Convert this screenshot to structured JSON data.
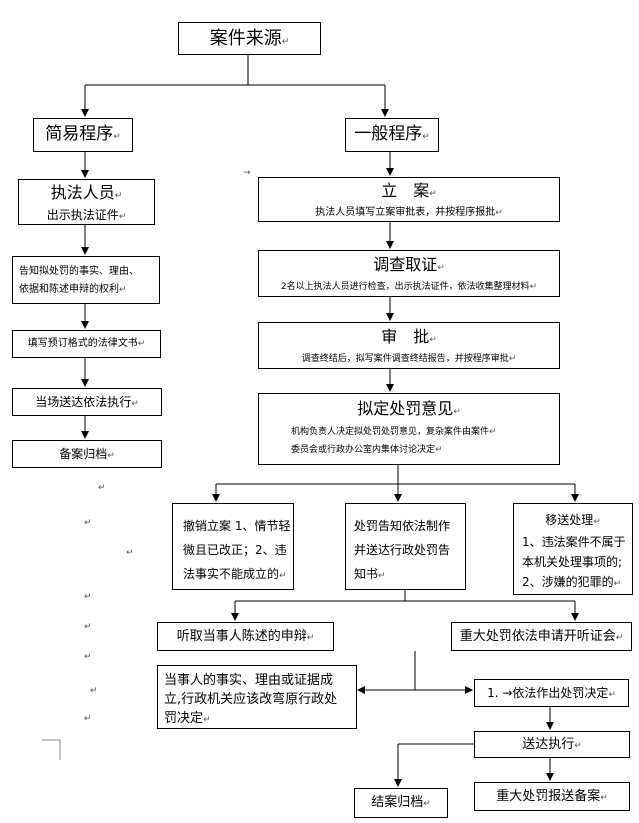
{
  "colors": {
    "line": "#000000",
    "background": "#ffffff",
    "return_mark": "#555555"
  },
  "return_mark": "↵",
  "source": {
    "label": "案件来源"
  },
  "simple": {
    "title": "简易程序",
    "officer_title": "执法人员",
    "officer_sub": "出示执法证件",
    "inform_line1": "告知拟处罚的事实、理由、",
    "inform_line2": "依据和陈述申辩的权利",
    "fill_doc": "填写预订格式的法律文书",
    "deliver": "当场送达依法执行",
    "archive": "备案归档"
  },
  "general": {
    "title": "一般程序",
    "register_title": "立　案",
    "register_sub": "执法人员填写立案审批表，并按程序报批",
    "investigate_title": "调查取证",
    "investigate_sub": "2名以上执法人员进行检查，出示执法证件，依法收集整理材料",
    "approve_title": "审　批",
    "approve_sub": "调查终结后，拟写案件调查终结报告，并按程序审批",
    "opinion_title": "拟定处罚意见",
    "opinion_sub1": "机构负责人决定拟处罚处罚意见，复杂案件由案件",
    "opinion_sub2": "委员会或行政办公室内集体讨论决定",
    "revoke_line1": "撤销立案 1、情节轻",
    "revoke_line2": "微且已改正；2、违",
    "revoke_line3": "法事实不能成立的",
    "notify_line1": "处罚告知依法制作",
    "notify_line2": "并送达行政处罚告",
    "notify_line3": "知书",
    "transfer_line1": "移送处理",
    "transfer_line2": "1、违法案件不属于",
    "transfer_line3": "本机关处理事项的;",
    "transfer_line4": "2、涉嫌的犯罪的",
    "hear_statement": "听取当事人陈述的申辩",
    "hearing": "重大处罚依法申请开听证会",
    "revise_line1": "当事人的事实、理由或证据成",
    "revise_line2": "立,行政机关应该改弯原行政处",
    "revise_line3": "罚决定",
    "decide": "1. →依法作出处罚决定",
    "deliver_exec": "送达执行",
    "close_archive": "结案归档",
    "major_report": "重大处罚报送备案"
  }
}
